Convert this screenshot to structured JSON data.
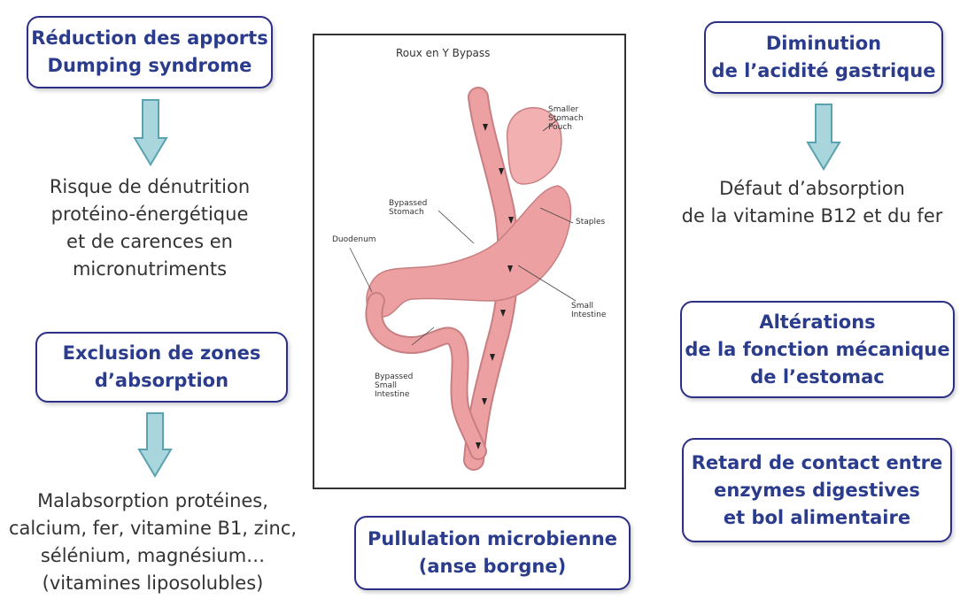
{
  "left_column": {
    "box1": {
      "line1": "Réduction des apports",
      "line2": "Dumping syndrome"
    },
    "text1": {
      "line1": "Risque de dénutrition",
      "line2": "protéino-énergétique",
      "line3": "et de carences en",
      "line4": "micronutriments"
    },
    "box2": {
      "line1": "Exclusion de zones",
      "line2": "d’absorption"
    },
    "text2": {
      "line1": "Malabsorption protéines,",
      "line2": "calcium, fer, vitamine B1, zinc,",
      "line3": "sélénium, magnésium…",
      "line4": "(vitamines liposolubles)"
    }
  },
  "center": {
    "illustration": {
      "title": "Roux en Y Bypass",
      "labels": {
        "pouch": [
          "Smaller",
          "Stomach",
          "Pouch"
        ],
        "bypassed_stomach": [
          "Bypassed",
          "Stomach"
        ],
        "duodenum": [
          "Duodenum"
        ],
        "staples": [
          "Staples"
        ],
        "small_intestine": [
          "Small",
          "Intestine"
        ],
        "bypassed_small_intestine": [
          "Bypassed",
          "Small",
          "Intestine"
        ]
      }
    },
    "box_bottom": {
      "line1": "Pullulation microbienne",
      "line2": "(anse borgne)"
    }
  },
  "right_column": {
    "box1": {
      "line1": "Diminution",
      "line2": "de l’acidité gastrique"
    },
    "text1": {
      "line1": "Défaut d’absorption",
      "line2": "de la vitamine B12 et du fer"
    },
    "box2": {
      "line1": "Altérations",
      "line2": "de la fonction mécanique",
      "line3": "de l’estomac"
    },
    "box3": {
      "line1": "Retard de contact entre",
      "line2": "enzymes digestives",
      "line3": "et bol alimentaire"
    }
  },
  "colors": {
    "box_border": "#2b2f86",
    "box_text": "#2b3c8c",
    "arrow_fill": "#a9d6dc",
    "arrow_stroke": "#5aa2b0",
    "organ": "#eda0a2"
  }
}
